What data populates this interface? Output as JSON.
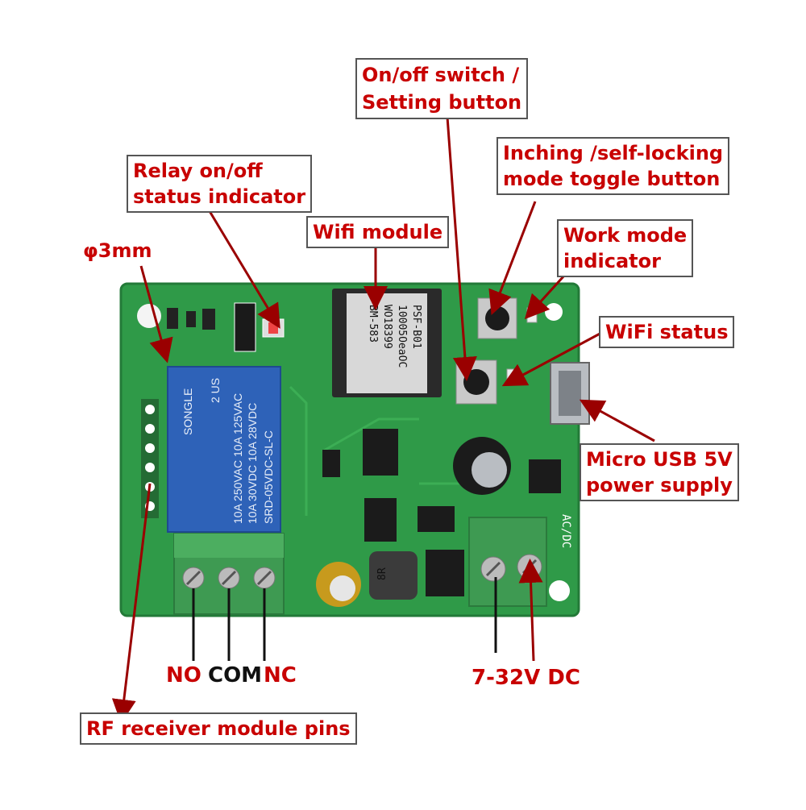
{
  "labels": {
    "onoff": [
      "On/off switch /",
      "Setting button"
    ],
    "inching": [
      "Inching /self-locking",
      "mode toggle button"
    ],
    "relay": [
      "Relay on/off",
      "status indicator"
    ],
    "wifi_module": "Wifi module",
    "work_mode": [
      "Work mode",
      "indicator"
    ],
    "phi": "φ3mm",
    "wifi_status": "WiFi status",
    "micro_usb": [
      "Micro USB 5V",
      "power supply"
    ],
    "rf_pins": "RF receiver module pins",
    "no": "NO",
    "com": "COM",
    "nc": "NC",
    "dc": "7-32V DC"
  },
  "board": {
    "relay_lines": [
      "SONGLE",
      "10A 250VAC 10A 125VAC",
      "10A 30VDC 10A 28VDC",
      "SRD-05VDC-SL-C"
    ],
    "relay_mark": "2 US",
    "module_lines": [
      "PSF-B01",
      "10005OeaOC",
      "WO18399",
      "BM-583"
    ],
    "acdc": "AC/DC",
    "inductor": "8R"
  },
  "colors": {
    "pcb": "#2f9a48",
    "label_text": "#c80000",
    "arrow": "#9a0000",
    "terminal": "#3e9a52",
    "relay": "#2e62b8"
  }
}
